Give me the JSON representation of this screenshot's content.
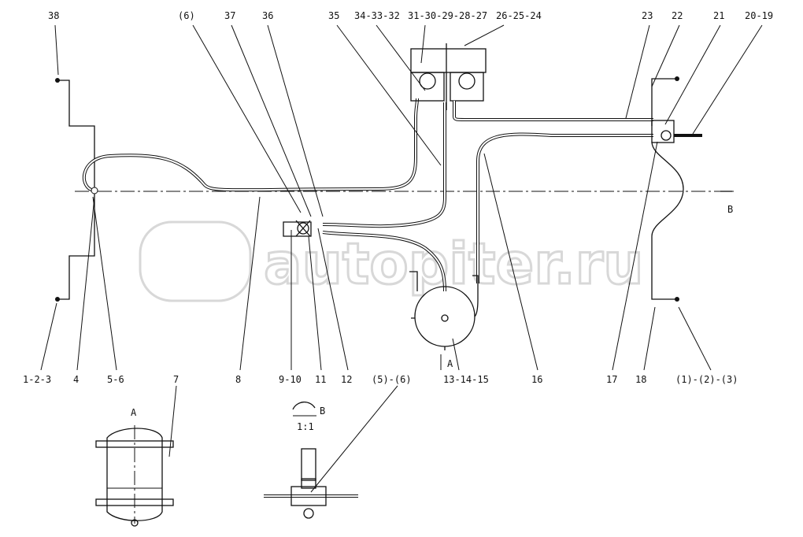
{
  "watermark": "autopiter.ru",
  "top_labels": [
    "38",
    "(6)",
    "37",
    "36",
    "35",
    "34-33-32",
    "31-30-29-28-27",
    "26-25-24",
    "23",
    "22",
    "21",
    "20-19"
  ],
  "bottom_labels": [
    "1-2-3",
    "4",
    "5-6",
    "7",
    "8",
    "9-10",
    "11",
    "12",
    "(5)-(6)",
    "13-14-15",
    "16",
    "17",
    "18",
    "(1)-(2)-(3)"
  ],
  "view_labels": {
    "view_a_arrow": "A",
    "view_b_arrow": "B",
    "view_a_title": "A",
    "view_b_title": "B",
    "view_b_scale": "1:1"
  }
}
